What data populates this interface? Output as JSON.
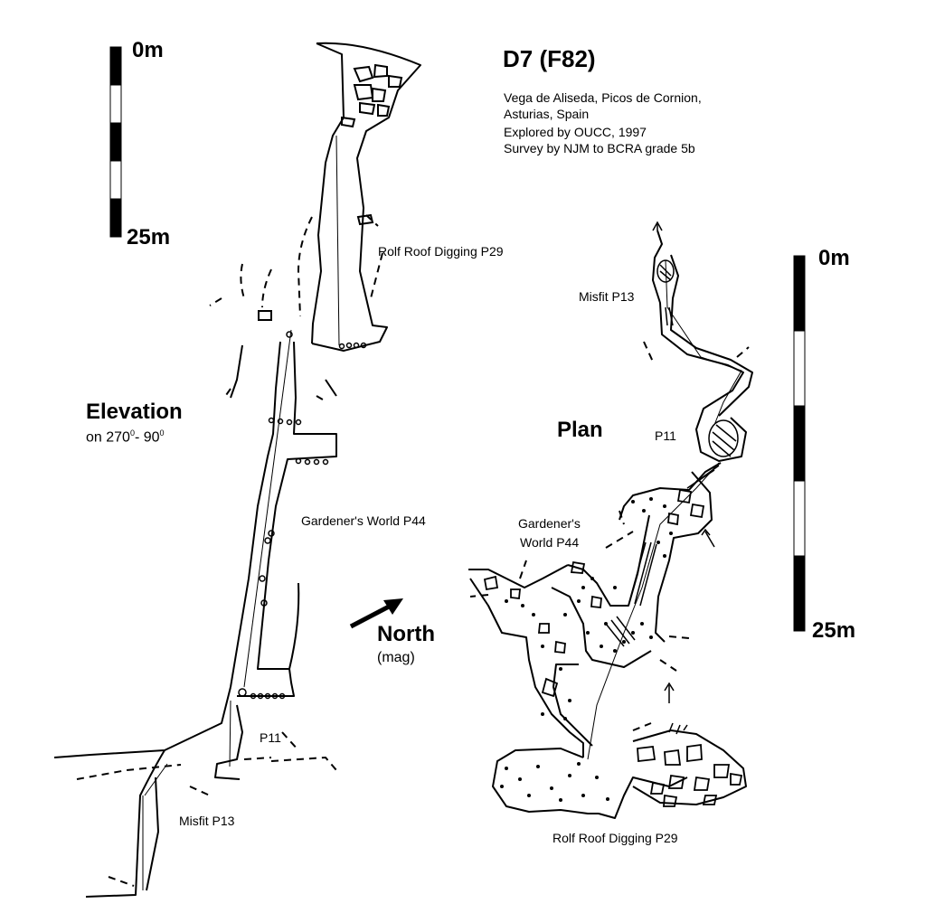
{
  "title": "D7 (F82)",
  "info": [
    "Vega de Aliseda, Picos de Cornion,",
    "Asturias, Spain",
    "Explored by OUCC, 1997",
    "Survey by NJM to BCRA grade 5b"
  ],
  "scale_left": {
    "top": "0m",
    "bottom": "25m"
  },
  "scale_right": {
    "top": "0m",
    "bottom": "25m"
  },
  "elevation": {
    "heading": "Elevation",
    "sub_prefix": "on 270",
    "sub_sep": "- 90",
    "degree": "0",
    "labels": {
      "rolf": "Rolf Roof Digging P29",
      "gardener": "Gardener's World P44",
      "p11": "P11",
      "misfit": "Misfit P13"
    }
  },
  "plan": {
    "heading": "Plan",
    "labels": {
      "misfit": "Misfit P13",
      "p11": "P11",
      "gardener_line1": "Gardener's",
      "gardener_line2": "World P44",
      "rolf": "Rolf Roof Digging P29"
    }
  },
  "north": {
    "label": "North",
    "sub": "(mag)"
  }
}
